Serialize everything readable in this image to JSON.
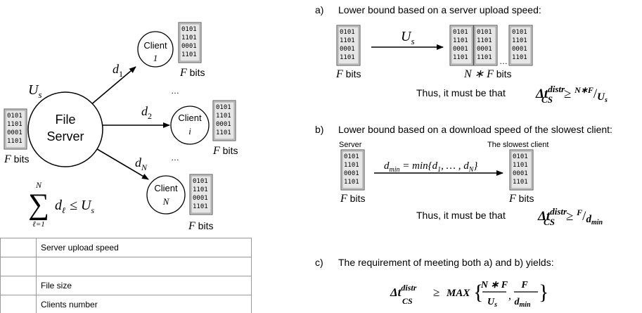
{
  "left": {
    "server": {
      "line1": "File",
      "line2": "Server",
      "upload_symbol": "U",
      "upload_sub": "s",
      "file_bits": "F bits"
    },
    "block_lines": [
      "0101",
      "1101",
      "0001",
      "1101"
    ],
    "clients": [
      {
        "line1": "Client",
        "line2": "1",
        "link_symbol": "d",
        "link_sub": "1",
        "bits": "F bits"
      },
      {
        "line1": "Client",
        "line2": "i",
        "link_symbol": "d",
        "link_sub": "2",
        "bits": "F bits"
      },
      {
        "line1": "Client",
        "line2": "N",
        "link_symbol": "d",
        "link_sub": "N",
        "bits": "F bits"
      }
    ],
    "ellipsis": "…",
    "constraint": {
      "sum_top": "N",
      "sum_bottom": "ℓ=1",
      "term": "d",
      "term_sub": "ℓ",
      "rhs": "≤ U",
      "rhs_sub": "s"
    }
  },
  "legend": [
    {
      "symbol": "",
      "label": "Server upload speed"
    },
    {
      "symbol": "",
      "label": ""
    },
    {
      "symbol": "",
      "label": "File size"
    },
    {
      "symbol": "",
      "label": "Clients number"
    }
  ],
  "right": {
    "a": {
      "marker": "a)",
      "heading": "Lower bound based on a server upload speed:",
      "arrow_symbol": "U",
      "arrow_sub": "s",
      "left_bits": "F bits",
      "right_bits": "N * F bits",
      "dots": "…",
      "conclusion": "Thus, it must be that",
      "formula_lhs": "Δt",
      "formula_sub": "CS",
      "formula_sup": "distr",
      "formula_rhs": "≥ ",
      "formula_num": "N∗F",
      "formula_den": "U",
      "formula_den_sub": "s"
    },
    "b": {
      "marker": "b)",
      "heading": "Lower bound based on a download speed of the slowest client:",
      "server_label": "Server",
      "client_label": "The slowest client",
      "arrow_formula": "d",
      "arrow_formula_sub": "min",
      "arrow_formula_rest": " = min{d",
      "arrow_formula_d1": "1",
      "arrow_formula_mid": ", … , d",
      "arrow_formula_dn": "N",
      "arrow_formula_end": "}",
      "left_bits": "F bits",
      "right_bits": "F bits",
      "conclusion": "Thus, it must be that",
      "formula_lhs": "Δt",
      "formula_sub": "CS",
      "formula_sup": "distr",
      "formula_rhs": "≥ ",
      "formula_num": "F",
      "formula_den": "d",
      "formula_den_sub": "min"
    },
    "c": {
      "marker": "c)",
      "heading": "The requirement of meeting both a) and b) yields:",
      "lhs": "Δt",
      "lhs_sub": "CS",
      "lhs_sup": "distr",
      "geq": "≥",
      "max": "MAX",
      "frac1_num": "N ∗ F",
      "frac1_den": "U",
      "frac1_den_sub": "s",
      "frac2_num": "F",
      "frac2_den": "d",
      "frac2_den_sub": "min"
    }
  },
  "colors": {
    "block_fill": "#d9d9d9",
    "block_border": "#555555",
    "line": "#000000"
  }
}
